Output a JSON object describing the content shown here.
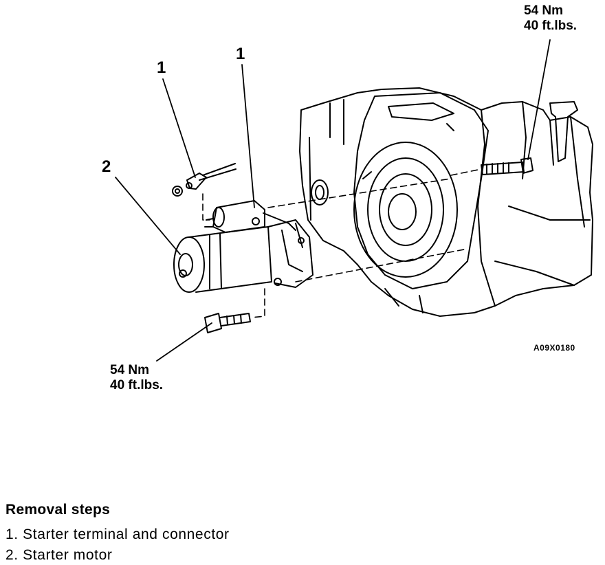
{
  "callouts": {
    "label_1_left": "1",
    "label_1_right": "1",
    "label_2": "2",
    "torque_top": {
      "value": "54 Nm",
      "imperial": "40 ft.lbs."
    },
    "torque_bottom": {
      "value": "54 Nm",
      "imperial": "40 ft.lbs."
    }
  },
  "figure_id": "A09X0180",
  "removal": {
    "title": "Removal steps",
    "steps": [
      "1. Starter terminal and connector",
      "2. Starter motor"
    ]
  },
  "colors": {
    "ink": "#000000",
    "paper": "#ffffff"
  }
}
